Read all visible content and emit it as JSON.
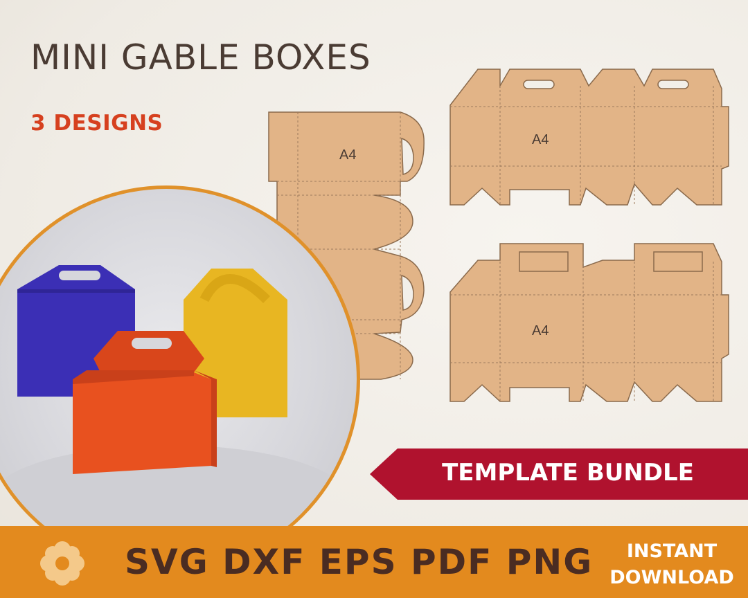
{
  "header": {
    "title": "MINI GABLE BOXES",
    "subtitle": "3 DESIGNS"
  },
  "templates": {
    "size_label": "A4",
    "colors": {
      "fill": "#e2b487",
      "stroke": "#8a6a4c",
      "fold": "#9c7a5c"
    }
  },
  "photo": {
    "box_colors": {
      "blue": "#3b2fb5",
      "yellow": "#e8b622",
      "orange": "#e8511f"
    }
  },
  "ribbon": {
    "label": "TEMPLATE BUNDLE",
    "color": "#b0122e"
  },
  "footer": {
    "icon": "flower-icon",
    "formats": "SVG DXF EPS PDF PNG",
    "instant_line1": "INSTANT",
    "instant_line2": "DOWNLOAD",
    "bar_color": "#e38a1e"
  }
}
